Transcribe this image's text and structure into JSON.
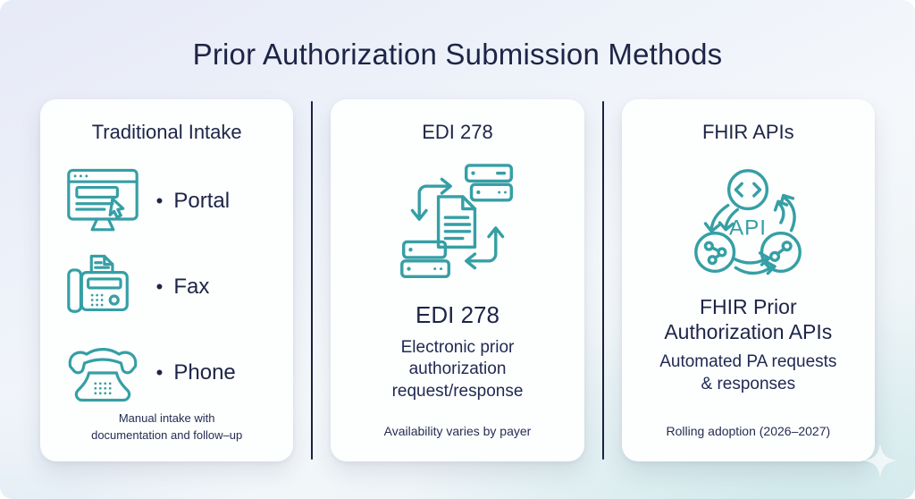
{
  "page": {
    "title": "Prior Authorization Submission Methods"
  },
  "colors": {
    "accent_teal": "#359fa5",
    "heading_navy": "#1d2547",
    "divider_navy": "#1c2340",
    "card_background": "#fdfefe"
  },
  "cards": [
    {
      "title": "Traditional Intake",
      "items": [
        {
          "bullet": "•",
          "label": "Portal",
          "icon": "portal-browser-icon"
        },
        {
          "bullet": "•",
          "label": "Fax",
          "icon": "fax-machine-icon"
        },
        {
          "bullet": "•",
          "label": "Phone",
          "icon": "telephone-icon"
        }
      ],
      "footer": "Manual intake with\ndocumentation and follow–up"
    },
    {
      "title": "EDI 278",
      "icon": "edi-document-exchange-icon",
      "subtitle": "EDI 278",
      "description": "Electronic prior\nauthorization\nrequest/response",
      "footer": "Availability varies by payer"
    },
    {
      "title": "FHIR APIs",
      "icon": "fhir-api-cycle-icon",
      "icon_label": "API",
      "subtitle": "FHIR Prior\nAuthorization APIs",
      "description": "Automated PA requests\n& responses",
      "footer": "Rolling adoption (2026–2027)"
    }
  ],
  "decorations": {
    "sparkle": "sparkle-diamond-icon"
  }
}
